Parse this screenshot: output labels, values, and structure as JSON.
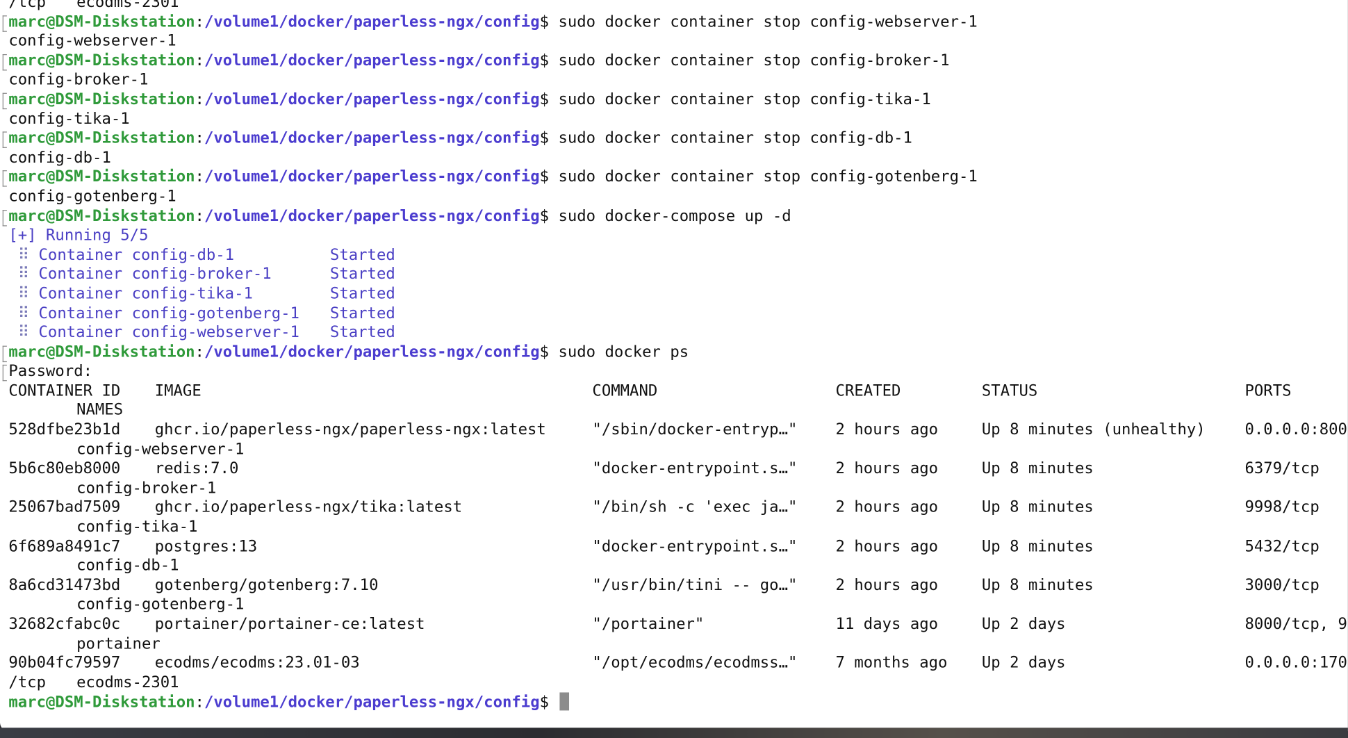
{
  "terminal": {
    "prompt": {
      "user": "marc@DSM-Diskstation",
      "sep": ":",
      "path": "/volume1/docker/paperless-ngx/config",
      "dollar": "$ "
    },
    "top_line": {
      "tcp": "/tcp",
      "name": "ecodms-2301"
    },
    "stop_blocks": [
      {
        "cmd": "sudo docker container stop config-webserver-1",
        "out": "config-webserver-1"
      },
      {
        "cmd": "sudo docker container stop config-broker-1",
        "out": "config-broker-1"
      },
      {
        "cmd": "sudo docker container stop config-tika-1",
        "out": "config-tika-1"
      },
      {
        "cmd": "sudo docker container stop config-db-1",
        "out": "config-db-1"
      },
      {
        "cmd": "sudo docker container stop config-gotenberg-1",
        "out": "config-gotenberg-1"
      }
    ],
    "compose_cmd": "sudo docker-compose up -d",
    "running_header": "[+] Running 5/5",
    "running_items": [
      {
        "label": "Container config-db-1",
        "state": "Started"
      },
      {
        "label": "Container config-broker-1",
        "state": "Started"
      },
      {
        "label": "Container config-tika-1",
        "state": "Started"
      },
      {
        "label": "Container config-gotenberg-1",
        "state": "Started"
      },
      {
        "label": "Container config-webserver-1",
        "state": "Started"
      }
    ],
    "dots_glyph": "⠿",
    "ps_cmd": "sudo docker ps",
    "password_prompt": "Password:",
    "ps_headers": {
      "id": "CONTAINER ID",
      "image": "IMAGE",
      "command": "COMMAND",
      "created": "CREATED",
      "status": "STATUS",
      "ports": "PORTS",
      "names": "NAMES"
    },
    "ps_rows": [
      {
        "id": "528dfbe23b1d",
        "image": "ghcr.io/paperless-ngx/paperless-ngx:latest",
        "command": "\"/sbin/docker-entryp…\"",
        "created": "2 hours ago",
        "status": "Up 8 minutes (unhealthy)",
        "ports": "0.0.0.0:800",
        "name": "config-webserver-1"
      },
      {
        "id": "5b6c80eb8000",
        "image": "redis:7.0",
        "command": "\"docker-entrypoint.s…\"",
        "created": "2 hours ago",
        "status": "Up 8 minutes",
        "ports": "6379/tcp",
        "name": "config-broker-1"
      },
      {
        "id": "25067bad7509",
        "image": "ghcr.io/paperless-ngx/tika:latest",
        "command": "\"/bin/sh -c 'exec ja…\"",
        "created": "2 hours ago",
        "status": "Up 8 minutes",
        "ports": "9998/tcp",
        "name": "config-tika-1"
      },
      {
        "id": "6f689a8491c7",
        "image": "postgres:13",
        "command": "\"docker-entrypoint.s…\"",
        "created": "2 hours ago",
        "status": "Up 8 minutes",
        "ports": "5432/tcp",
        "name": "config-db-1"
      },
      {
        "id": "8a6cd31473bd",
        "image": "gotenberg/gotenberg:7.10",
        "command": "\"/usr/bin/tini -- go…\"",
        "created": "2 hours ago",
        "status": "Up 8 minutes",
        "ports": "3000/tcp",
        "name": "config-gotenberg-1"
      },
      {
        "id": "32682cfabc0c",
        "image": "portainer/portainer-ce:latest",
        "command": "\"/portainer\"",
        "created": "11 days ago",
        "status": "Up 2 days",
        "ports": "8000/tcp, 9",
        "name": "portainer"
      },
      {
        "id": "90b04fc79597",
        "image": "ecodms/ecodms:23.01-03",
        "command": "\"/opt/ecodms/ecodmss…\"",
        "created": "7 months ago",
        "status": "Up 2 days",
        "ports": "0.0.0.0:170",
        "name": "ecodms-2301",
        "wrap_prefix": "/tcp"
      }
    ]
  },
  "colors": {
    "user": "#2f9a3a",
    "path": "#4b3ccf",
    "running": "#4a3fc4",
    "text": "#111111",
    "background": "#ffffff"
  }
}
